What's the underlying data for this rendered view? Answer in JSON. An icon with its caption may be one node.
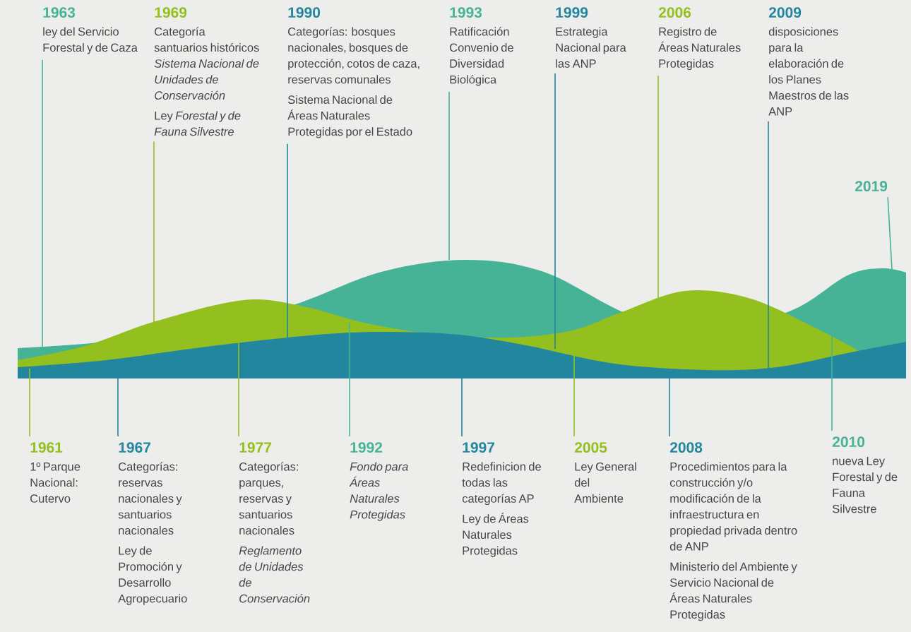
{
  "diagram": {
    "nodes": [
      {
        "text": [
          "1961",
          "1º Parque Nacional: Cutervo"
        ]
      },
      {
        "text": [
          "1963",
          "ley del Servicio Forestal y de Caza"
        ]
      },
      {
        "text": [
          "1967",
          "Categorías: reservas nacionales y santuarios nacionales",
          "Ley de Promoción y Desarrollo Agropecuario"
        ]
      },
      {
        "text": [
          "1969",
          "Categoría santuarios históricos *Sistema Nacional de Unidades de Conservación*",
          "Ley *Forestal y de Fauna Silvestre*"
        ]
      },
      {
        "text": [
          "1977",
          "Categorías: parques, reservas y santuarios nacionales",
          "*Reglamento de Unidades de Conservación*"
        ]
      },
      {
        "text": [
          "1990",
          "Categorías: bosques nacionales, bosques de protección, cotos de caza, reservas comunales",
          "Sistema Nacional de Áreas Naturales Protegidas por el Estado"
        ]
      },
      {
        "text": [
          "1992",
          "*Fondo para Áreas Naturales Protegidas*"
        ]
      },
      {
        "text": [
          "1993",
          "Ratificación Convenio de Diversidad Biológica"
        ]
      },
      {
        "text": [
          "1997",
          "Redefinicion de todas las categorías AP",
          "Ley de Áreas Naturales Protegidas"
        ]
      },
      {
        "text": [
          "1999",
          "Estrategia Nacional para las ANP"
        ]
      },
      {
        "text": [
          "2005",
          "Ley General del Ambiente"
        ]
      },
      {
        "text": [
          "2006",
          "Registro de Áreas Naturales Protegidas"
        ]
      },
      {
        "text": [
          "2008",
          "Procedimientos para la construcción y/o modificación de la infraestructura en propiedad privada dentro de ANP",
          "Ministerio del Ambiente y Servicio Nacional de Áreas Naturales Protegidas"
        ]
      },
      {
        "text": [
          "2009",
          "disposiciones para la elaboración de los Planes Maestros de las ANP"
        ]
      },
      {
        "text": [
          "2010",
          "nueva Ley Forestal y de Fauna Silvestre"
        ]
      },
      {
        "text": [
          "2019"
        ]
      }
    ],
    "edges": [
      {
        "from": 0,
        "to": null,
        "arrow": "none",
        "color": "#93c01f"
      },
      {
        "from": 1,
        "to": null,
        "arrow": "none",
        "color": "#46b396"
      },
      {
        "from": 2,
        "to": null,
        "arrow": "none",
        "color": "#23869f"
      },
      {
        "from": 3,
        "to": null,
        "arrow": "none",
        "color": "#93c01f"
      },
      {
        "from": 4,
        "to": null,
        "arrow": "none",
        "color": "#93c01f"
      },
      {
        "from": 5,
        "to": null,
        "arrow": "none",
        "color": "#23869f"
      },
      {
        "from": 6,
        "to": null,
        "arrow": "none",
        "color": "#46b396"
      },
      {
        "from": 7,
        "to": null,
        "arrow": "none",
        "color": "#46b396"
      },
      {
        "from": 8,
        "to": null,
        "arrow": "none",
        "color": "#23869f"
      },
      {
        "from": 9,
        "to": null,
        "arrow": "none",
        "color": "#23869f"
      },
      {
        "from": 10,
        "to": null,
        "arrow": "none",
        "color": "#93c01f"
      },
      {
        "from": 11,
        "to": null,
        "arrow": "none",
        "color": "#93c01f"
      },
      {
        "from": 12,
        "to": null,
        "arrow": "none",
        "color": "#23869f"
      },
      {
        "from": 13,
        "to": null,
        "arrow": "none",
        "color": "#23869f"
      },
      {
        "from": 14,
        "to": null,
        "arrow": "none",
        "color": "#46b396"
      },
      {
        "from": 15,
        "to": null,
        "arrow": "none",
        "color": "#46b396"
      }
    ]
  }
}
